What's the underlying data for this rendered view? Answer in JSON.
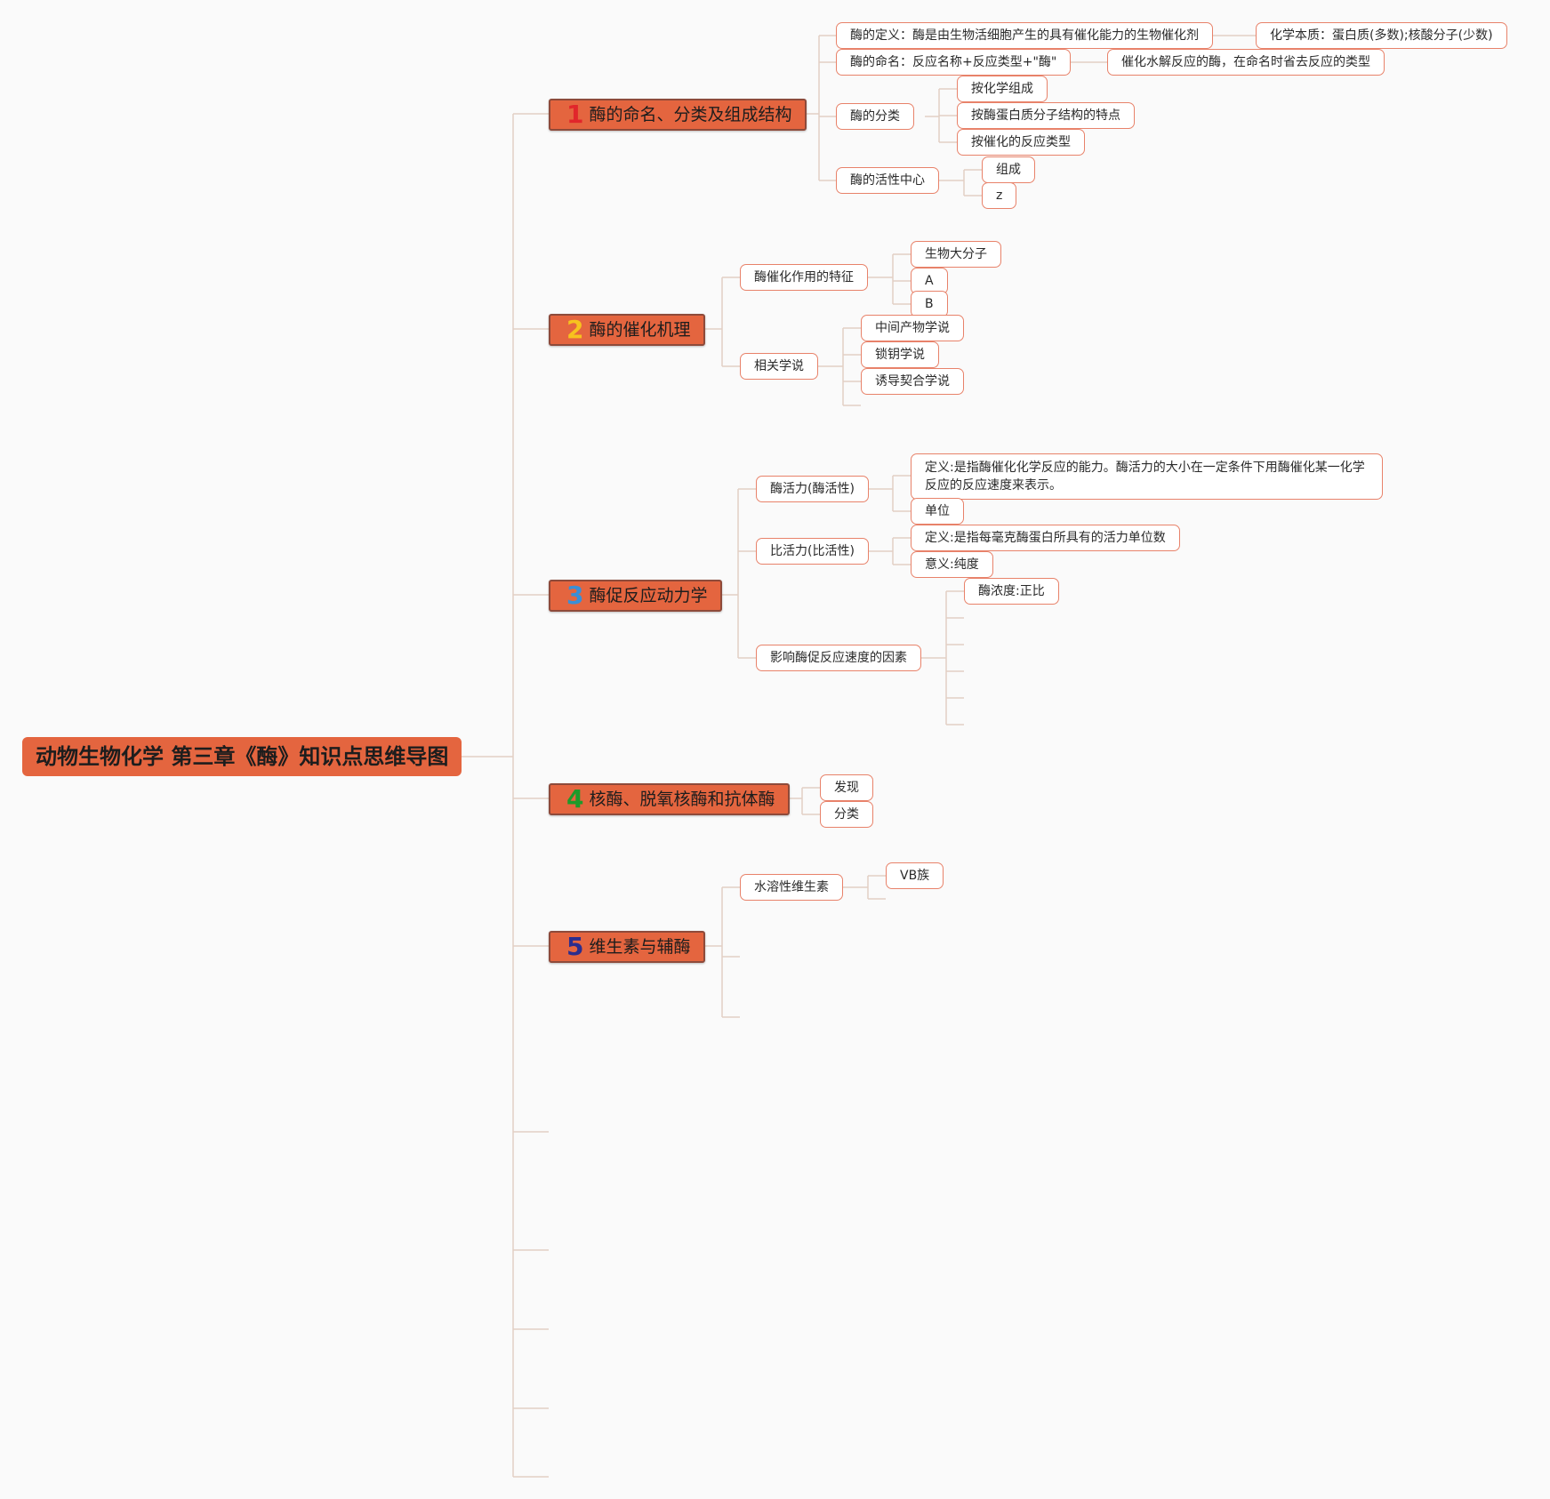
{
  "colors": {
    "background": "#fafafa",
    "topic_fill": "#e4653f",
    "node_border": "#e8826a",
    "connector": "#e2cfc4",
    "num1": "#e1262b",
    "num2": "#f7c21e",
    "num3": "#3a8fd6",
    "num4": "#1e9a2a",
    "num5": "#2b2d8e"
  },
  "root": {
    "label": "动物生物化学 第三章《酶》知识点思维导图"
  },
  "topics": [
    {
      "num": "1",
      "label": "酶的命名、分类及组成结构",
      "children": [
        {
          "label": "酶的定义：酶是由生物活细胞产生的具有催化能力的生物催化剂",
          "children": [
            {
              "label": "化学本质：蛋白质(多数);核酸分子(少数)"
            }
          ]
        },
        {
          "label": "酶的命名：反应名称+反应类型+\"酶\"",
          "children": [
            {
              "label": "催化水解反应的酶，在命名时省去反应的类型"
            }
          ]
        },
        {
          "label": "酶的分类",
          "children": [
            {
              "label": "按化学组成"
            },
            {
              "label": "按酶蛋白质分子结构的特点"
            },
            {
              "label": "按催化的反应类型"
            }
          ]
        },
        {
          "label": "酶的活性中心",
          "children": [
            {
              "label": "组成"
            },
            {
              "label": "z"
            }
          ]
        }
      ]
    },
    {
      "num": "2",
      "label": "酶的催化机理",
      "children": [
        {
          "label": "酶催化作用的特征",
          "children": [
            {
              "label": "生物大分子"
            },
            {
              "label": "A"
            },
            {
              "label": "B"
            }
          ]
        },
        {
          "label": "相关学说",
          "children": [
            {
              "label": "中间产物学说"
            },
            {
              "label": "锁钥学说"
            },
            {
              "label": "诱导契合学说"
            }
          ]
        }
      ]
    },
    {
      "num": "3",
      "label": "酶促反应动力学",
      "children": [
        {
          "label": "酶活力(酶活性)",
          "children": [
            {
              "label": "定义:是指酶催化化学反应的能力。酶活力的大小在一定条件下用酶催化某一化学反应的反应速度来表示。"
            },
            {
              "label": "单位"
            }
          ]
        },
        {
          "label": "比活力(比活性)",
          "children": [
            {
              "label": "定义:是指每毫克酶蛋白所具有的活力单位数"
            },
            {
              "label": "意义:纯度"
            }
          ]
        },
        {
          "label": "影响酶促反应速度的因素",
          "children": [
            {
              "label": "酶浓度:正比"
            }
          ]
        }
      ]
    },
    {
      "num": "4",
      "label": "核酶、脱氧核酶和抗体酶",
      "children": [
        {
          "label": "发现"
        },
        {
          "label": "分类"
        }
      ]
    },
    {
      "num": "5",
      "label": "维生素与辅酶",
      "children": [
        {
          "label": "水溶性维生素",
          "children": [
            {
              "label": "VB族"
            }
          ]
        }
      ]
    }
  ]
}
